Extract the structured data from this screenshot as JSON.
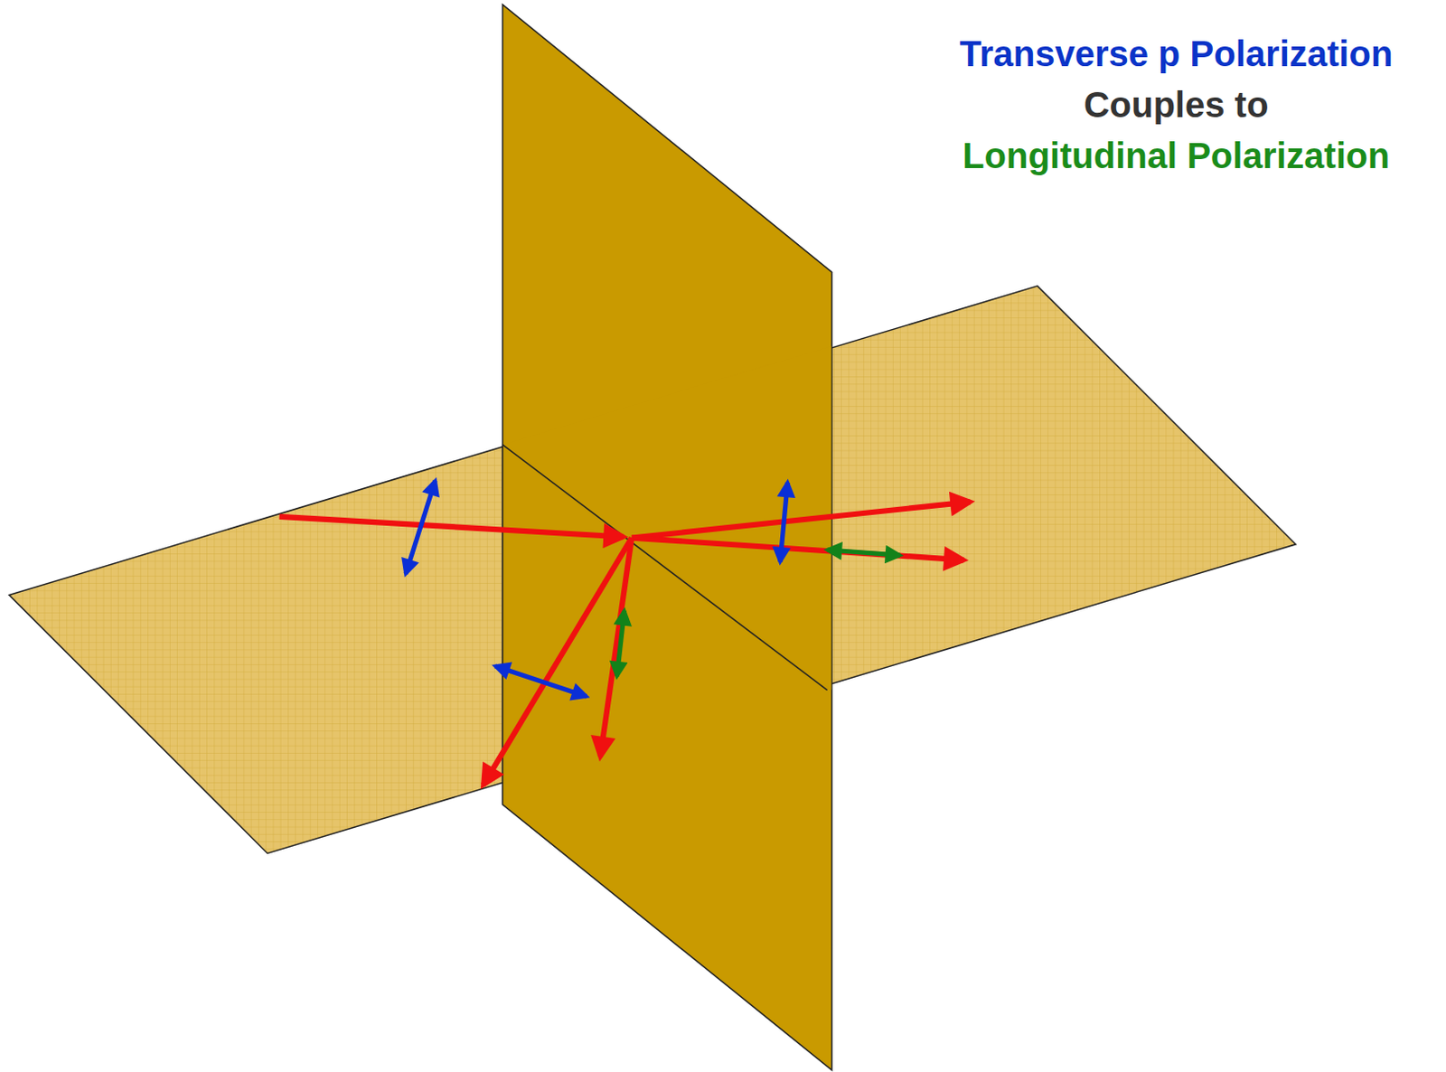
{
  "diagram": {
    "labels": [
      "Transverse p Polarization",
      "Couples to",
      "Longitudinal Polarization"
    ]
  }
}
